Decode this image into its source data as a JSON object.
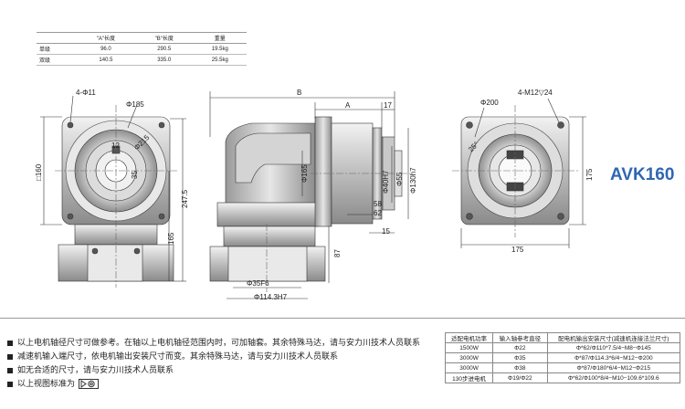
{
  "length_table": {
    "headers": [
      "",
      "\"A\"长度",
      "\"B\"长度",
      "重量"
    ],
    "rows": [
      [
        "单级",
        "96.0",
        "290.5",
        "19.5kg"
      ],
      [
        "双级",
        "140.5",
        "335.0",
        "25.5kg"
      ]
    ]
  },
  "product_title": "AVK160",
  "dims": {
    "holes": "4-Φ11",
    "pcd185": "Φ185",
    "sq160": "□160",
    "d247": "247.5",
    "d165v": "165",
    "key12": "12",
    "d35": "35",
    "ang215": "Φ215",
    "B": "B",
    "A": "A",
    "d17": "17",
    "d165h": "Φ165",
    "d40": "Φ40H7",
    "d55": "Φ55",
    "d130": "Φ130h7",
    "d58": "58",
    "d62": "62",
    "d15": "15",
    "d87": "87",
    "d35f6": "Φ35F6",
    "d114": "Φ114.3H7",
    "pcd200": "Φ200",
    "m12": "4-M12▽24",
    "ang25": "25°",
    "d175h": "175",
    "d175v": "175"
  },
  "notes": [
    "以上电机轴径尺寸可做参考。在轴以上电机轴径范围内时，可加轴套。其余特殊马达，请与安力川技术人员联系",
    "减速机输入端尺寸，依电机输出安装尺寸而变。其余特殊马达，请与安力川技术人员联系",
    "如无合适的尺寸，请与安力川技术人员联系",
    "以上视图标准为"
  ],
  "motor_table": {
    "headers": [
      "适配电机功率",
      "输入轴参考直径",
      "配电机输出安装尺寸(减速机连接法兰尺寸)"
    ],
    "rows": [
      [
        "1500W",
        "Φ22",
        "Φ*62/Φ110*7.5/4−M8−Φ145"
      ],
      [
        "3000W",
        "Φ35",
        "Φ*87/Φ114.3*6/4−M12−Φ200"
      ],
      [
        "3000W",
        "Φ38",
        "Φ*87/Φ180*6/4−M12−Φ215"
      ],
      [
        "130步进电机",
        "Φ19/Φ22",
        "Φ*62/Φ100*8/4−M10−109.6*109.6"
      ]
    ]
  }
}
